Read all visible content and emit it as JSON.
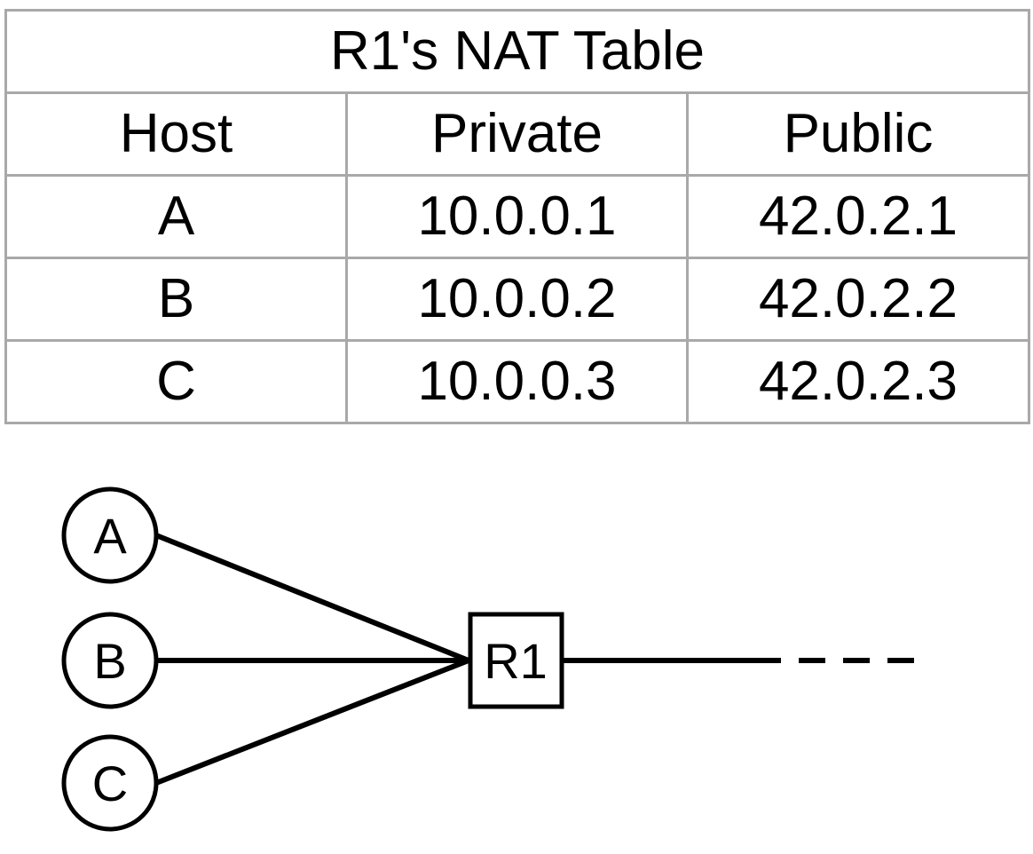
{
  "table": {
    "title": "R1's NAT Table",
    "headers": [
      "Host",
      "Private",
      "Public"
    ],
    "rows": [
      [
        "A",
        "10.0.0.1",
        "42.0.2.1"
      ],
      [
        "B",
        "10.0.0.2",
        "42.0.2.2"
      ],
      [
        "C",
        "10.0.0.3",
        "42.0.2.3"
      ]
    ]
  },
  "diagram": {
    "hosts": [
      "A",
      "B",
      "C"
    ],
    "router": "R1"
  }
}
